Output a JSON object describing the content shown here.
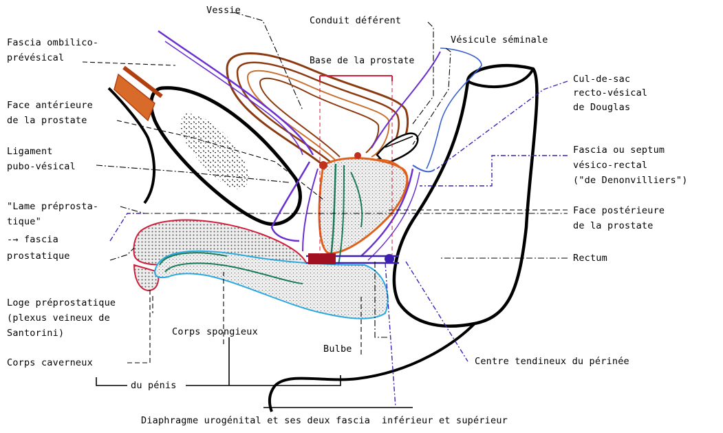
{
  "labels": {
    "vessie": "Vessie",
    "conduit": "Conduit déférent",
    "vesicule": "Vésicule séminale",
    "fascia_ombilico_1": "Fascia ombilico-",
    "fascia_ombilico_2": "prévésical",
    "base_prostate": "Base de la prostate",
    "cul_de_sac_1": "Cul-de-sac",
    "cul_de_sac_2": "recto-vésical",
    "cul_de_sac_3": "de Douglas",
    "face_ant_1": "Face antérieure",
    "face_ant_2": "de la prostate",
    "ligament_1": "Ligament",
    "ligament_2": "pubo-vésical",
    "fascia_septum_1": "Fascia ou septum",
    "fascia_septum_2": "vésico-rectal",
    "fascia_septum_3": "(\"de Denonvilliers\")",
    "lame_1": "\"Lame préprosta-",
    "lame_2": "tique\"",
    "lame_3": "-→ fascia",
    "lame_4": "prostatique",
    "face_post_1": "Face postérieure",
    "face_post_2": "de la prostate",
    "rectum": "Rectum",
    "loge_1": "Loge préprostatique",
    "loge_2": "(plexus veineux de",
    "loge_3": "Santorini)",
    "corps_spongieux": "Corps spongieux",
    "bulbe": "Bulbe",
    "centre_tendineux": "Centre tendineux du périnée",
    "corps_caverneux": "Corps caverneux",
    "du_penis": "du pénis",
    "diaphragme": "Diaphragme urogénital et ses deux fascia  inférieur et supérieur"
  },
  "colors": {
    "bladder": "#8b3a10",
    "prostate_outline": "#e0601a",
    "urethra": "#1a7a5a",
    "fascia": "#6a2fd0",
    "santorini": "#d01e3c",
    "bulb": "#2aa8e0",
    "ligament": "#c8501e",
    "membrane": "#3a1fb0",
    "bone": "#000000"
  }
}
